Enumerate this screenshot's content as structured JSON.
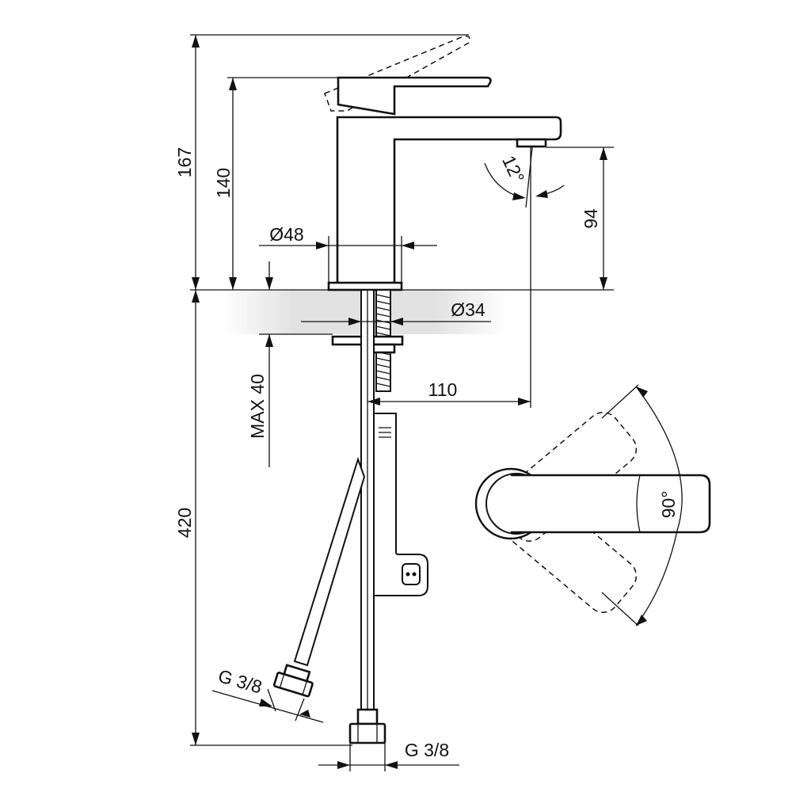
{
  "dimensions": {
    "height_total": "167",
    "height_spout_top": "140",
    "spout_outlet_height": "94",
    "angle_outlet": "12°",
    "base_diameter": "Ø48",
    "thread_diameter": "Ø34",
    "spout_reach": "110",
    "max_deck": "MAX 40",
    "hose_length": "420",
    "hose_connection_left": "G 3/8",
    "hose_connection_right": "G 3/8",
    "lever_rotation": "90°"
  },
  "colors": {
    "line": "#111111",
    "deck_band": "#e2e2e2",
    "background": "#ffffff"
  }
}
